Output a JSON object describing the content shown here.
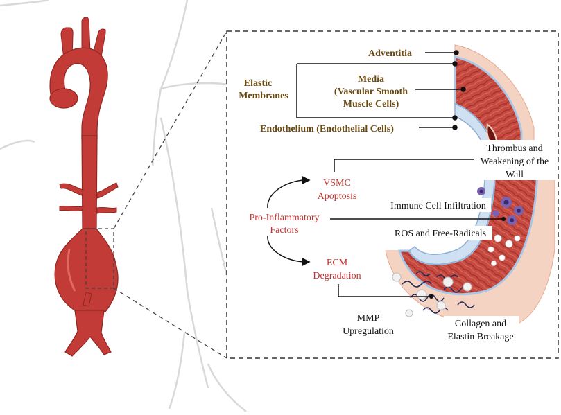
{
  "layers": {
    "adventitia": "Adventitia",
    "media_line1": "Media",
    "media_line2": "(Vascular Smooth",
    "media_line3": "Muscle Cells)",
    "elastic_line1": "Elastic",
    "elastic_line2": "Membranes",
    "endothelium": "Endothelium (Endothelial Cells)"
  },
  "pathway": {
    "pro_inflammatory_line1": "Pro-Inflammatory",
    "pro_inflammatory_line2": "Factors",
    "vsmc_line1": "VSMC",
    "vsmc_line2": "Apoptosis",
    "ecm_line1": "ECM",
    "ecm_line2": "Degradation",
    "thrombus_line1": "Thrombus and",
    "thrombus_line2": "Weakening of the",
    "thrombus_line3": "Wall",
    "immune": "Immune Cell Infiltration",
    "ros": "ROS and Free-Radicals",
    "mmp_line1": "MMP",
    "mmp_line2": "Upregulation",
    "collagen_line1": "Collagen and",
    "collagen_line2": "Elastin Breakage"
  },
  "colors": {
    "aorta_red": "#c33b36",
    "aorta_dark": "#8f2622",
    "body_outline": "#d5d5d5",
    "label_brown": "#6b4a12",
    "label_red": "#c4312f",
    "wall_pink": "#f4d3c3",
    "membrane_blue": "#a9c7e6",
    "immune_purple": "#7a62b0"
  }
}
